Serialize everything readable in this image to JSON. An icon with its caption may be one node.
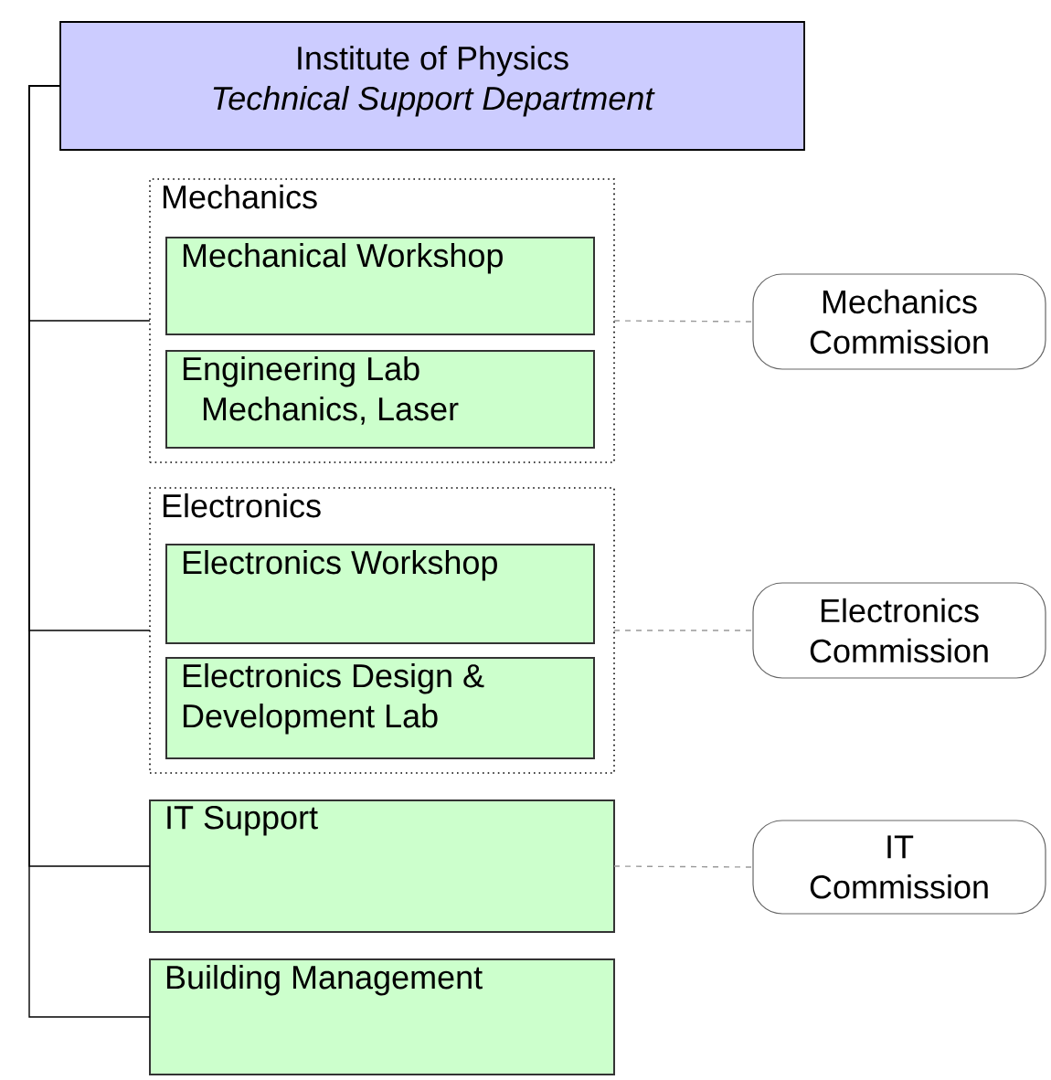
{
  "diagram": {
    "nodes": [
      {
        "text": [
          "Institute of Physics",
          "Technical Support Department"
        ]
      },
      {
        "text": [
          "Mechanics"
        ]
      },
      {
        "text": [
          "Mechanical Workshop"
        ],
        "in": 1
      },
      {
        "text": [
          "Engineering Lab",
          "Mechanics, Laser"
        ],
        "in": 1
      },
      {
        "text": [
          "Mechanics Commission"
        ]
      },
      {
        "text": [
          "Electronics"
        ]
      },
      {
        "text": [
          "Electronics Workshop"
        ],
        "in": 5
      },
      {
        "text": [
          "Electronics Design & Development Lab"
        ],
        "in": 5
      },
      {
        "text": [
          "Electronics Commission"
        ]
      },
      {
        "text": [
          "IT Support"
        ]
      },
      {
        "text": [
          "IT Commission"
        ]
      },
      {
        "text": [
          "Building Management"
        ]
      }
    ],
    "edges": [
      {
        "from": 0,
        "to": 1,
        "arrow": "none"
      },
      {
        "from": 0,
        "to": 5,
        "arrow": "none"
      },
      {
        "from": 0,
        "to": 9,
        "arrow": "none"
      },
      {
        "from": 0,
        "to": 11,
        "arrow": "none"
      },
      {
        "from": 1,
        "to": 4,
        "arrow": "none",
        "style": "dashed",
        "color": "#999999"
      },
      {
        "from": 5,
        "to": 8,
        "arrow": "none",
        "style": "dashed",
        "color": "#999999"
      },
      {
        "from": 9,
        "to": 10,
        "arrow": "none",
        "style": "dashed",
        "color": "#999999"
      }
    ]
  }
}
